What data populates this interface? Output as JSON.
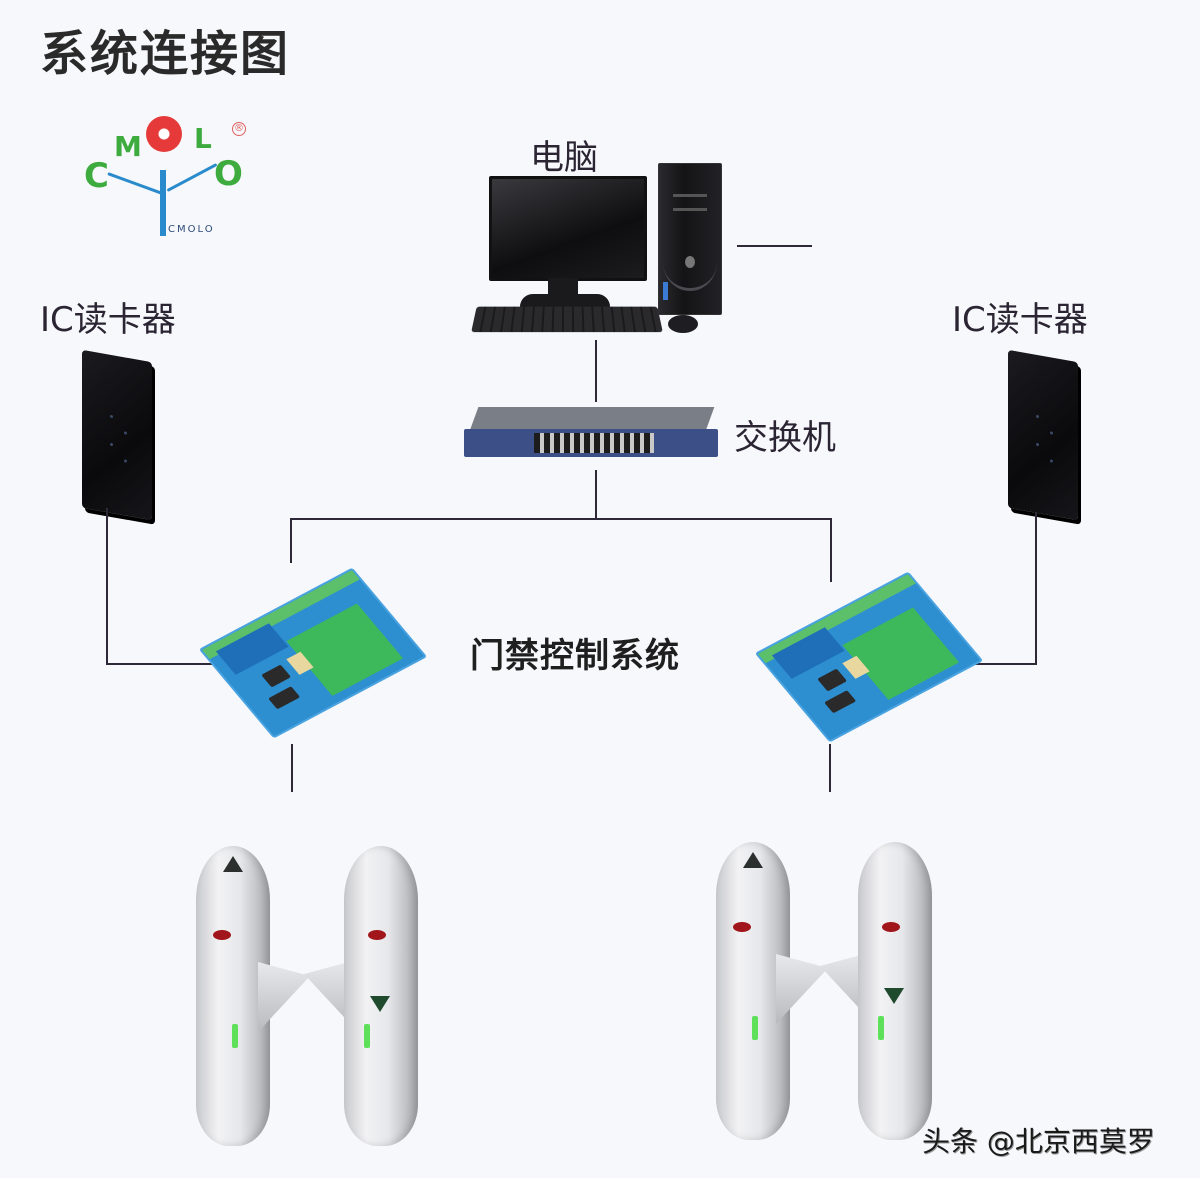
{
  "title": "系统连接图",
  "logo": {
    "letters": [
      "C",
      "M",
      "O",
      "L",
      "O"
    ],
    "registered_mark": "®",
    "subtitle": "CMOLO",
    "colors": {
      "green": "#3dab3d",
      "red": "#e63a3a",
      "blue": "#2a8bcc"
    }
  },
  "nodes": {
    "computer": {
      "label": "电脑"
    },
    "switch": {
      "label": "交换机"
    },
    "reader_left": {
      "label": "IC读卡器"
    },
    "reader_right": {
      "label": "IC读卡器"
    },
    "controller": {
      "label": "门禁控制系统"
    },
    "turnstile_left": {
      "label": ""
    },
    "turnstile_right": {
      "label": ""
    }
  },
  "connections": [
    {
      "from": "computer",
      "to": "switch"
    },
    {
      "from": "switch",
      "to": "controller_left"
    },
    {
      "from": "switch",
      "to": "controller_right"
    },
    {
      "from": "reader_left",
      "to": "controller_left"
    },
    {
      "from": "reader_right",
      "to": "controller_right"
    },
    {
      "from": "controller_left",
      "to": "turnstile_left"
    },
    {
      "from": "controller_right",
      "to": "turnstile_right"
    }
  ],
  "watermark": "头条 @北京西莫罗",
  "colors": {
    "line": "#2e2838",
    "background": "#f7f8fb"
  }
}
